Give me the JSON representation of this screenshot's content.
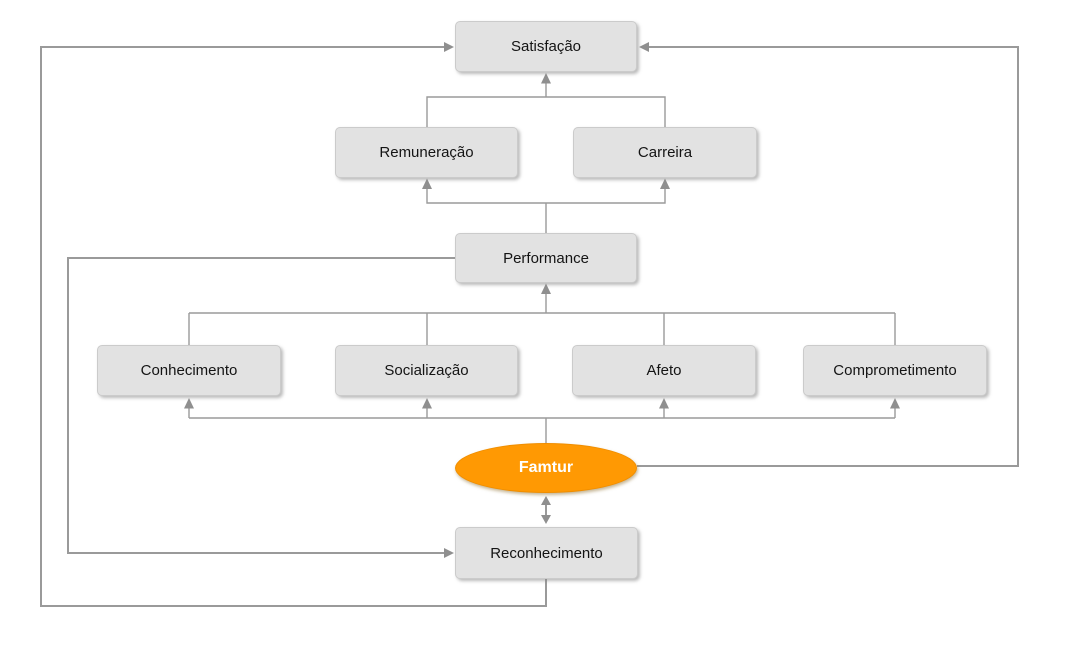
{
  "diagram": {
    "background": "#ffffff",
    "colors": {
      "node_fill": "#e2e2e2",
      "node_border": "#cbcbcb",
      "node_text": "#141414",
      "connector": "#9a9a9a",
      "arrowhead": "#8f8f8f",
      "accent_fill": "#ff9903",
      "accent_text": "#ffffff"
    },
    "nodes": {
      "satisfacao": {
        "label": "Satisfação",
        "shape": "rect"
      },
      "remuneracao": {
        "label": "Remuneração",
        "shape": "rect"
      },
      "carreira": {
        "label": "Carreira",
        "shape": "rect"
      },
      "performance": {
        "label": "Performance",
        "shape": "rect"
      },
      "conhecimento": {
        "label": "Conhecimento",
        "shape": "rect"
      },
      "socializacao": {
        "label": "Socialização",
        "shape": "rect"
      },
      "afeto": {
        "label": "Afeto",
        "shape": "rect"
      },
      "comprometimento": {
        "label": "Comprometimento",
        "shape": "rect"
      },
      "famtur": {
        "label": "Famtur",
        "shape": "ellipse"
      },
      "reconhecimento": {
        "label": "Reconhecimento",
        "shape": "rect"
      }
    },
    "edges": [
      {
        "from": [
          "remuneracao",
          "carreira"
        ],
        "to": "satisfacao",
        "arrow": "end"
      },
      {
        "from": "performance",
        "to": [
          "remuneracao",
          "carreira"
        ],
        "arrow": "end"
      },
      {
        "from": [
          "conhecimento",
          "socializacao",
          "afeto",
          "comprometimento"
        ],
        "to": "performance",
        "arrow": "end"
      },
      {
        "from": "famtur",
        "to": [
          "conhecimento",
          "socializacao",
          "afeto",
          "comprometimento"
        ],
        "arrow": "end"
      },
      {
        "from": "famtur",
        "to": "satisfacao",
        "arrow": "end",
        "route": "right-loop"
      },
      {
        "from": "reconhecimento",
        "to": "satisfacao",
        "arrow": "end",
        "route": "left-outer-loop"
      },
      {
        "from": "performance",
        "to": "reconhecimento",
        "arrow": "end",
        "route": "left-inner-loop"
      },
      {
        "from": "famtur",
        "to": "reconhecimento",
        "arrow": "both"
      }
    ]
  }
}
